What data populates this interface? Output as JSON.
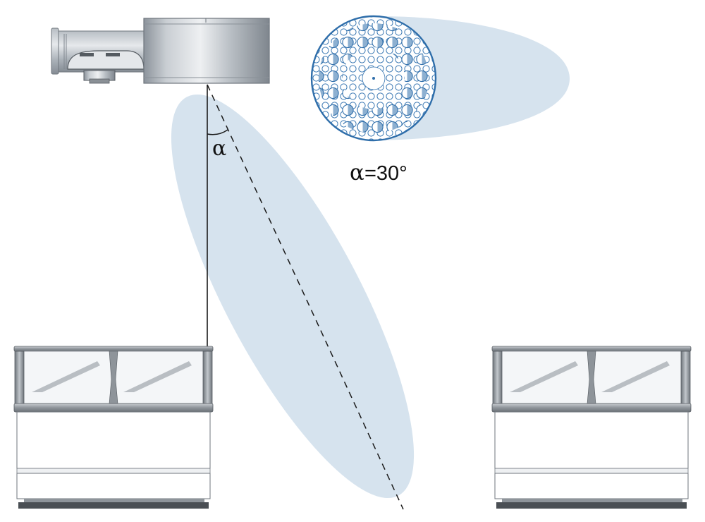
{
  "diagram": {
    "angle_symbol": "α",
    "angle_caption_symbol": "α",
    "angle_caption_value": "=30°",
    "angle_degrees": 30,
    "colors": {
      "airflow": "#d6e3ee",
      "nozzle_plate": "#2f6eaa",
      "duct_metal": "#9aa1a9",
      "line": "#1a1a1a"
    }
  }
}
